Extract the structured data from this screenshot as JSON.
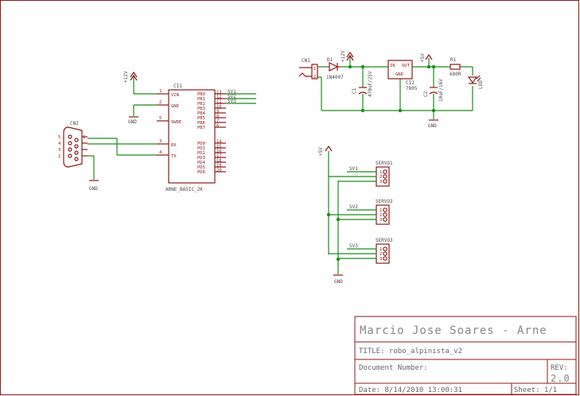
{
  "title_block": {
    "author": "Marcio Jose Soares - Arne",
    "title": "TITLE: robo_alpinista_v2",
    "doc_number_label": "Document Number:",
    "rev_label": "REV:",
    "rev_value": "2.0",
    "date": "Date: 8/14/2010 13:00:31",
    "sheet": "Sheet: 1/1"
  },
  "ic1": {
    "ref": "CI1",
    "value": "ARNE_BASIC_2K",
    "left_pins": [
      {
        "num": "1",
        "name": "VIN"
      },
      {
        "num": "2",
        "name": "GND"
      },
      {
        "num": "5",
        "name": "SWDE"
      },
      {
        "num": "3",
        "name": "RX"
      },
      {
        "num": "4",
        "name": "TX"
      }
    ],
    "right_pins": [
      {
        "num": "13",
        "name": "PB0"
      },
      {
        "num": "12",
        "name": "PB1"
      },
      {
        "num": "11",
        "name": "PB2"
      },
      {
        "num": "10",
        "name": "PB3"
      },
      {
        "num": "9",
        "name": "PB4"
      },
      {
        "num": "8",
        "name": "PB5"
      },
      {
        "num": "7",
        "name": "PB6"
      },
      {
        "num": "6",
        "name": "PB7"
      },
      {
        "num": "14",
        "name": "PD0"
      },
      {
        "num": "15",
        "name": "PD1"
      },
      {
        "num": "16",
        "name": "PD2"
      },
      {
        "num": "17",
        "name": "PD3"
      },
      {
        "num": "18",
        "name": "PD4"
      },
      {
        "num": "19",
        "name": "PD5"
      },
      {
        "num": "20",
        "name": "PD6"
      }
    ],
    "nets": [
      "SV1",
      "SV2",
      "SV3"
    ]
  },
  "supply_12v": "+12V",
  "supply_5v": "+5V",
  "gnd": "GND",
  "cn2": {
    "ref": "CN2",
    "pins": [
      "5",
      "4",
      "3",
      "2",
      "1"
    ]
  },
  "cn1": {
    "ref": "CN1",
    "pins": [
      "1",
      "2"
    ]
  },
  "d1": {
    "ref": "D1",
    "value": "1N4007"
  },
  "c1": {
    "ref": "C1",
    "value": "470uF/25V"
  },
  "ci2": {
    "ref": "CI2",
    "value": "7805",
    "in": "IN",
    "out": "OUT",
    "gnd": "GND"
  },
  "c2": {
    "ref": "C2",
    "value": "10uF/16V"
  },
  "r1": {
    "ref": "R1",
    "value": "680R"
  },
  "led": {
    "ref": "LED"
  },
  "servos": [
    {
      "ref": "SERVO1",
      "net": "SV1",
      "pins": [
        "1",
        "2",
        "3"
      ]
    },
    {
      "ref": "SERVO2",
      "net": "SV2",
      "pins": [
        "1",
        "2",
        "3"
      ]
    },
    {
      "ref": "SERVO3",
      "net": "SV3",
      "pins": [
        "1",
        "2",
        "3"
      ]
    }
  ]
}
